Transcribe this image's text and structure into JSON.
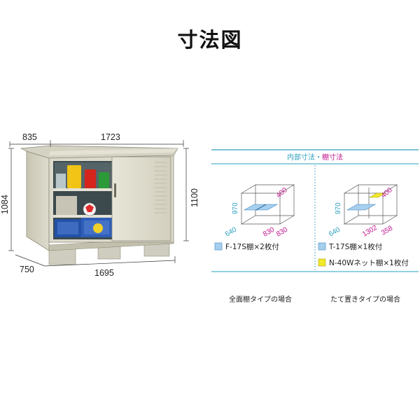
{
  "title": "寸法図",
  "shed": {
    "dims": {
      "top_depth": "835",
      "top_width": "1723",
      "left_height": "1084",
      "right_height": "1100",
      "bottom_depth": "750",
      "bottom_width": "1695"
    }
  },
  "interior": {
    "title_part1": "内部寸法",
    "title_sep": "・",
    "title_part2": "棚寸法",
    "left": {
      "h": "970",
      "d": "640",
      "shelf": "400",
      "w1": "830",
      "w2": "830",
      "legend": [
        "F-17S棚×2枚付"
      ],
      "caption": "全面棚タイプの場合"
    },
    "right": {
      "h": "970",
      "d": "640",
      "shelf": "400",
      "w1": "1302",
      "w2": "358",
      "legend": [
        "T-17S棚×1枚付",
        "N-40Wネット棚×1枚付"
      ],
      "caption": "たて置きタイプの場合"
    }
  },
  "colors": {
    "teal": "#2a9fbd",
    "magenta": "#c0168c",
    "shelf_blue": "#a7cfee",
    "net_yellow": "#f2e92a",
    "body": "#d9d7c8",
    "body_dark": "#b8b5a3"
  }
}
